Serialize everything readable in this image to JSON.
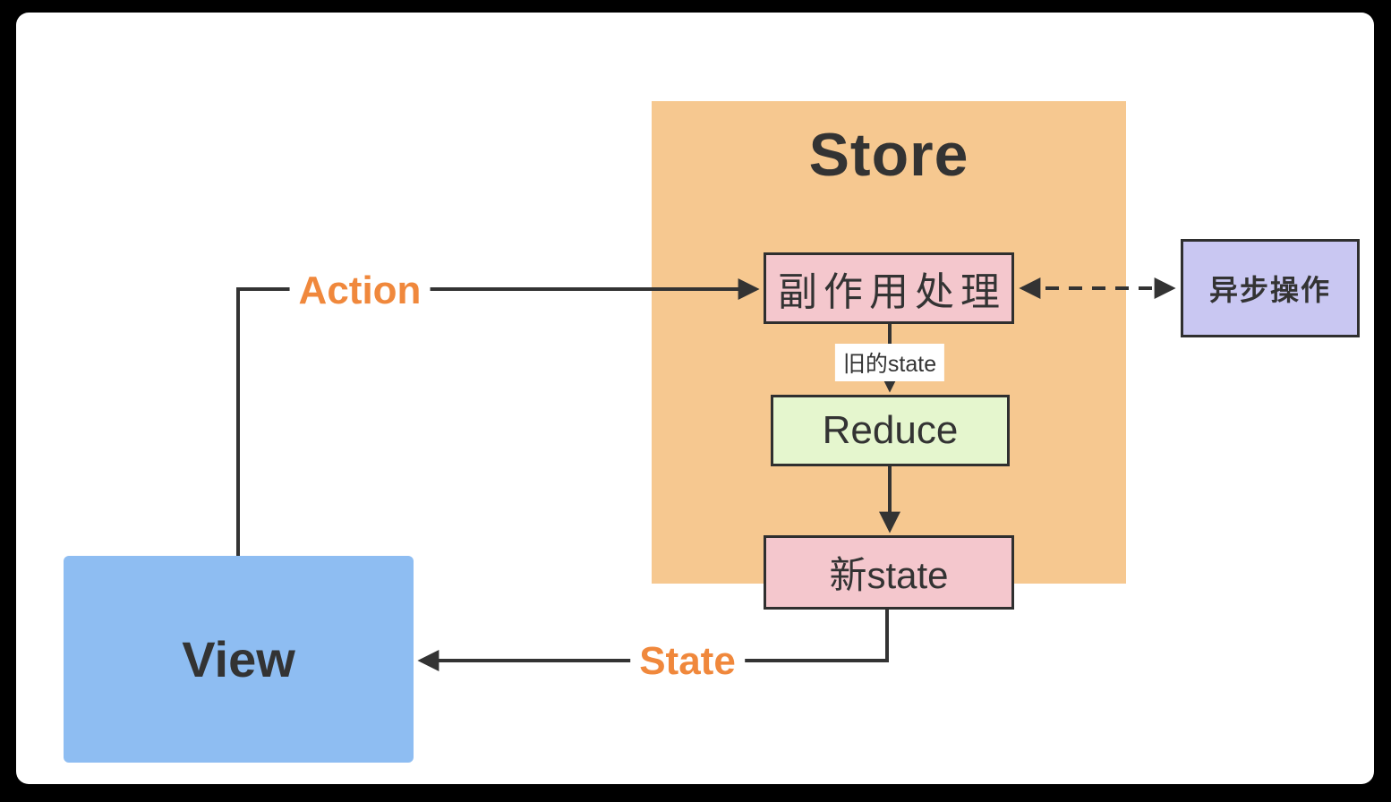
{
  "diagram": {
    "store": {
      "title": "Store"
    },
    "nodes": {
      "side_effect": {
        "label": "副作用处理"
      },
      "reduce": {
        "label": "Reduce"
      },
      "new_state": {
        "label": "新state"
      },
      "async_op": {
        "label": "异步操作"
      },
      "view": {
        "label": "View"
      }
    },
    "edges": {
      "action": {
        "label": "Action"
      },
      "state": {
        "label": "State"
      },
      "old_state": {
        "label": "旧的state"
      }
    },
    "colors": {
      "frame_bg": "#000000",
      "canvas_bg": "#FFFFFF",
      "store_bg": "#F6C890",
      "side_effect_bg": "#F4C7CD",
      "reduce_bg": "#E5F6CE",
      "new_state_bg": "#F4C7CD",
      "async_bg": "#C9C7F2",
      "view_bg": "#8EBDF2",
      "accent_orange": "#F0883C",
      "line": "#333333",
      "node_border": "#2F2F2F"
    }
  }
}
